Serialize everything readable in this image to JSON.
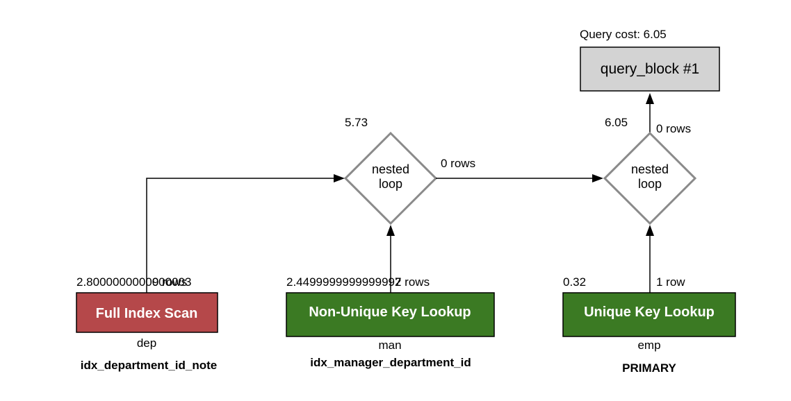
{
  "query_cost_label": "Query cost: 6.05",
  "query_block": {
    "label": "query_block #1"
  },
  "join_right": {
    "cost": "6.05",
    "rows": "0 rows",
    "label_line1": "nested",
    "label_line2": "loop"
  },
  "join_left": {
    "cost": "5.73",
    "rows": "0 rows",
    "label_line1": "nested",
    "label_line2": "loop"
  },
  "scan_dep": {
    "cost": "2.8000000000000003",
    "rows": "9 rows",
    "label": "Full Index Scan",
    "table": "dep",
    "index": "idx_department_id_note",
    "color": "#b5484a"
  },
  "lookup_man": {
    "cost": "2.4499999999999997",
    "rows": "2 rows",
    "label": "Non-Unique Key Lookup",
    "table": "man",
    "index": "idx_manager_department_id",
    "color": "#3b7a23"
  },
  "lookup_emp": {
    "cost": "0.32",
    "rows": "1 row",
    "label": "Unique Key Lookup",
    "table": "emp",
    "index": "PRIMARY",
    "color": "#3b7a23"
  },
  "colors": {
    "query_block_fill": "#d3d3d3",
    "diamond_stroke": "#8a8a8a"
  }
}
